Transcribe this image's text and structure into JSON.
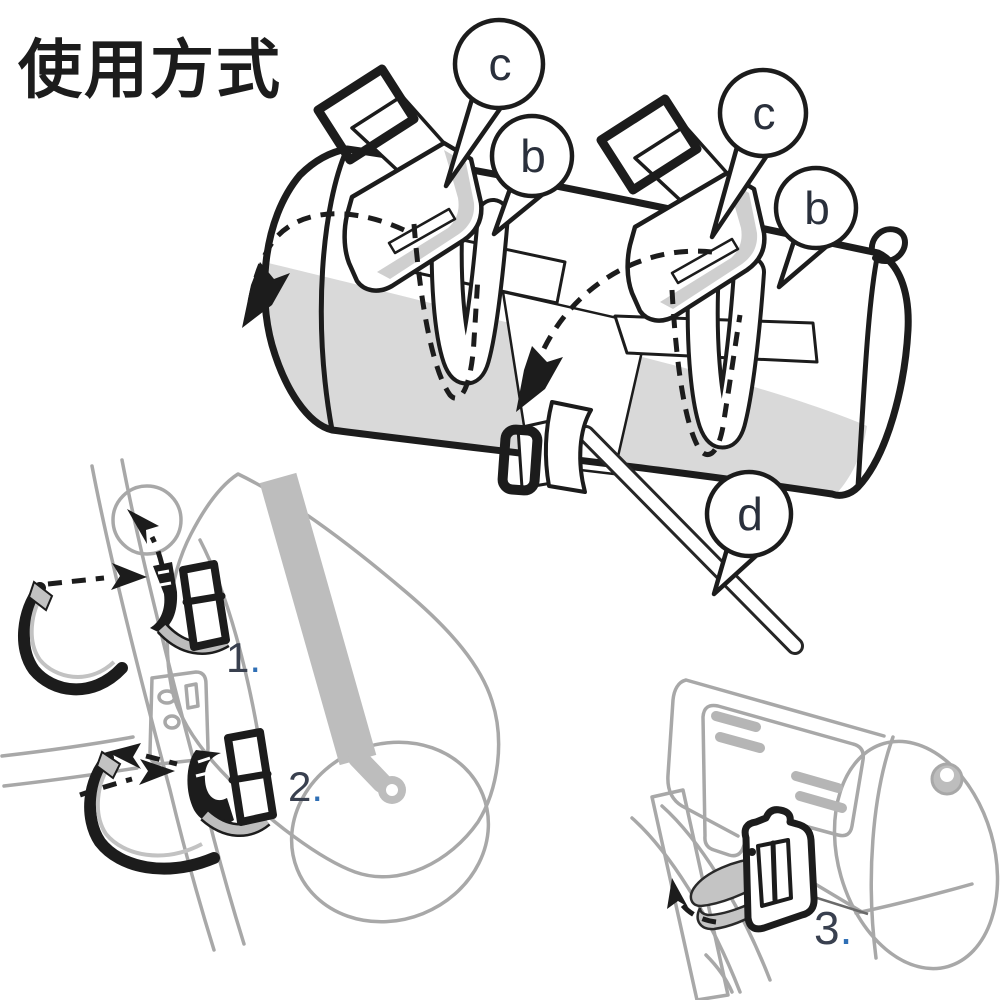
{
  "title": {
    "text": "使用方式"
  },
  "palette": {
    "ink": "#1c1c1c",
    "bag_shade": "#d9d9d9",
    "hook_shade": "#cfcfcf",
    "gray_line": "#a8a8a8",
    "gray_fill": "#bdbdbd",
    "step_label": "#39404f",
    "step_dot": "#2f6fb5",
    "callout_letter": "#2a303c"
  },
  "callouts": {
    "c1": {
      "label": "c"
    },
    "b1": {
      "label": "b"
    },
    "c2": {
      "label": "c"
    },
    "b2": {
      "label": "b"
    },
    "d": {
      "label": "d"
    }
  },
  "steps": {
    "step1": {
      "number": "1",
      "separator": "."
    },
    "step2": {
      "number": "2",
      "separator": "."
    },
    "step3": {
      "number": "3",
      "separator": "."
    }
  }
}
